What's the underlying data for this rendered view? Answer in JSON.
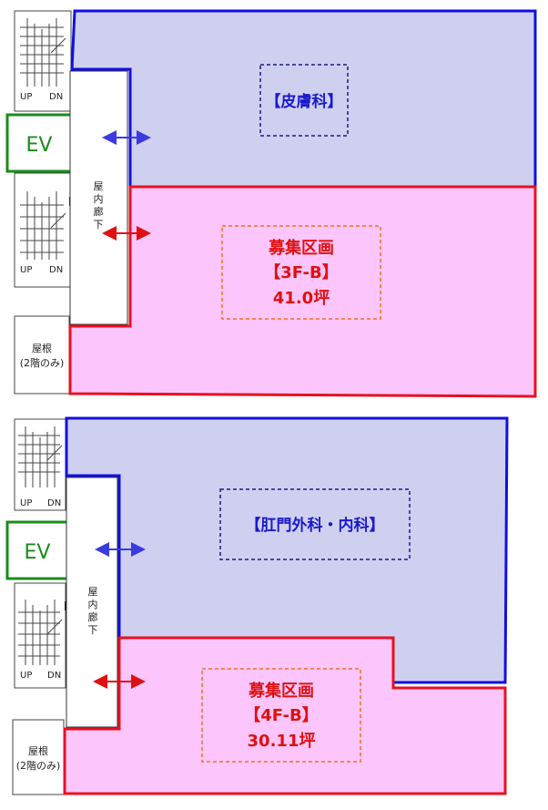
{
  "floors": [
    {
      "id": "3f",
      "clinic_label": "【皮膚科】",
      "recruit": {
        "line1": "募集区画",
        "line2": "【3F-B】",
        "line3": "41.0坪"
      },
      "ev": "EV",
      "corridor": [
        "屋",
        "内",
        "廊",
        "下"
      ],
      "roof_line1": "屋根",
      "roof_line2": "(2階のみ)",
      "stair_up": "UP",
      "stair_dn": "DN"
    },
    {
      "id": "4f",
      "clinic_label": "【肛門外科・内科】",
      "recruit": {
        "line1": "募集区画",
        "line2": "【4F-B】",
        "line3": "30.11坪"
      },
      "ev": "EV",
      "corridor": [
        "屋",
        "内",
        "廊",
        "下"
      ],
      "roof_line1": "屋根",
      "roof_line2": "(2階のみ)",
      "stair_up": "UP",
      "stair_dn": "DN"
    }
  ],
  "colors": {
    "clinic_fill": "#cfd0f0",
    "clinic_stroke": "#1010e0",
    "recruit_fill": "#fcc6fc",
    "recruit_stroke": "#e81020",
    "ev_stroke": "#1a8c1a",
    "arrow_blue": "#3a3ae0",
    "arrow_red": "#e01010",
    "label_box_stroke": "#f07020"
  }
}
